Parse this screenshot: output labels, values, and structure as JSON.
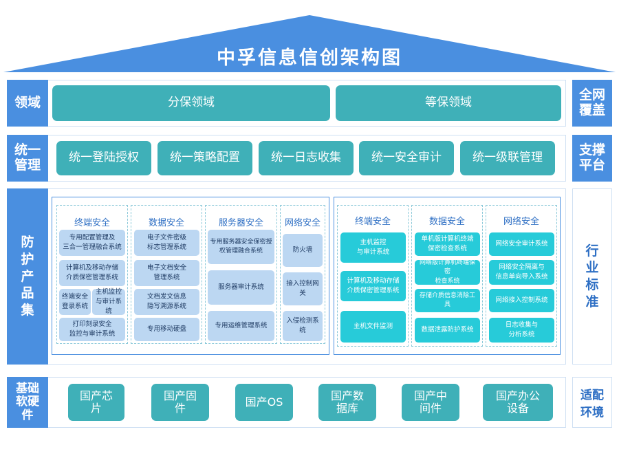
{
  "title": "中孚信息信创架构图",
  "rows": {
    "domain": {
      "label": "领域",
      "items": [
        "分保领域",
        "等保领域"
      ],
      "side": "全网\n覆盖"
    },
    "management": {
      "label": "统一\n管理",
      "items": [
        "统一登陆授权",
        "统一策略配置",
        "统一日志收集",
        "统一安全审计",
        "统一级联管理"
      ],
      "side": "支撑\n平台"
    },
    "products": {
      "label": "防\n护\n产\n品\n集",
      "side": "行\n业\n标\n准",
      "left": {
        "endpoint": {
          "title": "终端安全",
          "items": [
            "专用配置管理及\n三合一管理融合系统",
            "计算机及移动存储\n介质保密管理系统",
            "终端安全\n登录系统",
            "主机监控\n与审计系统",
            "打印刻录安全\n监控与审计系统"
          ]
        },
        "data": {
          "title": "数据安全",
          "items": [
            "电子文件密级\n标志管理系统",
            "电子文档安全\n管理系统",
            "文档发文信息\n隐写溯源系统",
            "专用移动硬盘"
          ]
        },
        "server": {
          "title": "服务器安全",
          "items": [
            "专用服务器安全保密授\n权管理融合系统",
            "服务器审计系统",
            "专用运维管理系统"
          ]
        },
        "network": {
          "title": "网络安全",
          "items": [
            "防火墙",
            "接入控制网\n关",
            "入侵检测系\n统"
          ]
        }
      },
      "right": {
        "endpoint": {
          "title": "终端安全",
          "items": [
            "主机监控\n与审计系统",
            "计算机及移动存储\n介质保密管理系统",
            "主机文件监测"
          ]
        },
        "data": {
          "title": "数据安全",
          "items": [
            "单机版计算机终端\n保密检查系统",
            "网络版计算机终端保密\n检查系统",
            "存储介质信息消除工具",
            "数据泄露防护系统"
          ]
        },
        "network": {
          "title": "网络安全",
          "items": [
            "网络安全审计系统",
            "网络安全隔离与\n信息单向导入系统",
            "网络接入控制系统",
            "日志收集与\n分析系统"
          ]
        }
      }
    },
    "foundation": {
      "label": "基础\n软硬\n件",
      "items": [
        "国产芯\n片",
        "国产固\n件",
        "国产OS",
        "国产数\n据库",
        "国产中\n间件",
        "国产办公\n设备"
      ],
      "side": "适配\n环境"
    }
  },
  "colors": {
    "roof": "#4a8fe0",
    "label_blue": "#4a8fe0",
    "teal": "#3fb0b8",
    "product_blue": "#bcd7f2",
    "product_cyan": "#27cbd9",
    "dashed": "#8bc9d9"
  }
}
